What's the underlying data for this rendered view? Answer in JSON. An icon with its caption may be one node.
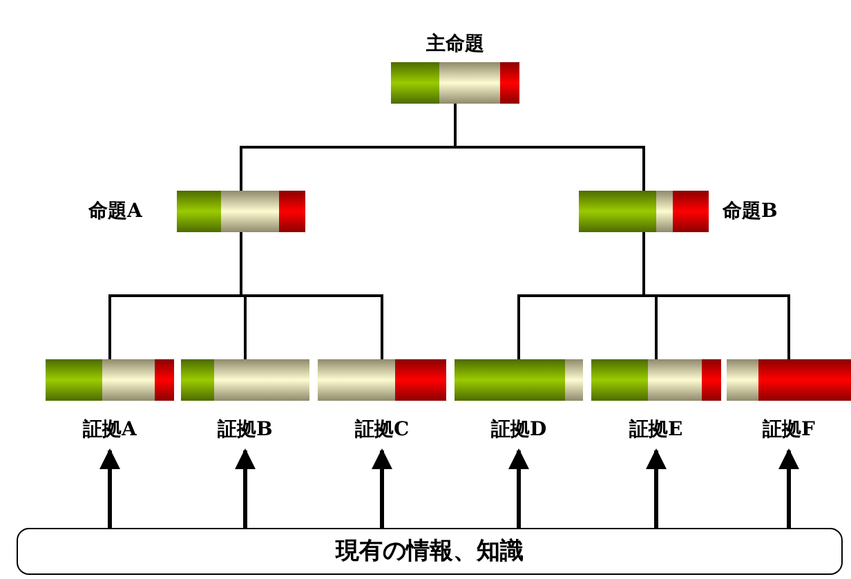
{
  "diagram": {
    "nodes": [
      {
        "text": [
          "主命題"
        ]
      },
      {
        "text": [
          "命題A"
        ]
      },
      {
        "text": [
          "命題B"
        ]
      },
      {
        "text": [
          "証拠A"
        ]
      },
      {
        "text": [
          "証拠B"
        ]
      },
      {
        "text": [
          "証拠C"
        ]
      },
      {
        "text": [
          "証拠D"
        ]
      },
      {
        "text": [
          "証拠E"
        ]
      },
      {
        "text": [
          "証拠F"
        ]
      },
      {
        "text": [
          "現有の情報、知識"
        ]
      }
    ],
    "edges": [
      {
        "from": 0,
        "to": 1,
        "arrow": "none"
      },
      {
        "from": 0,
        "to": 2,
        "arrow": "none"
      },
      {
        "from": 1,
        "to": 3,
        "arrow": "none"
      },
      {
        "from": 1,
        "to": 4,
        "arrow": "none"
      },
      {
        "from": 1,
        "to": 5,
        "arrow": "none"
      },
      {
        "from": 2,
        "to": 6,
        "arrow": "none"
      },
      {
        "from": 2,
        "to": 7,
        "arrow": "none"
      },
      {
        "from": 2,
        "to": 8,
        "arrow": "none"
      },
      {
        "from": 9,
        "to": 3,
        "arrow": "to"
      },
      {
        "from": 9,
        "to": 4,
        "arrow": "to"
      },
      {
        "from": 9,
        "to": 5,
        "arrow": "to"
      },
      {
        "from": 9,
        "to": 6,
        "arrow": "to"
      },
      {
        "from": 9,
        "to": 7,
        "arrow": "to"
      },
      {
        "from": 9,
        "to": 8,
        "arrow": "to"
      }
    ]
  }
}
